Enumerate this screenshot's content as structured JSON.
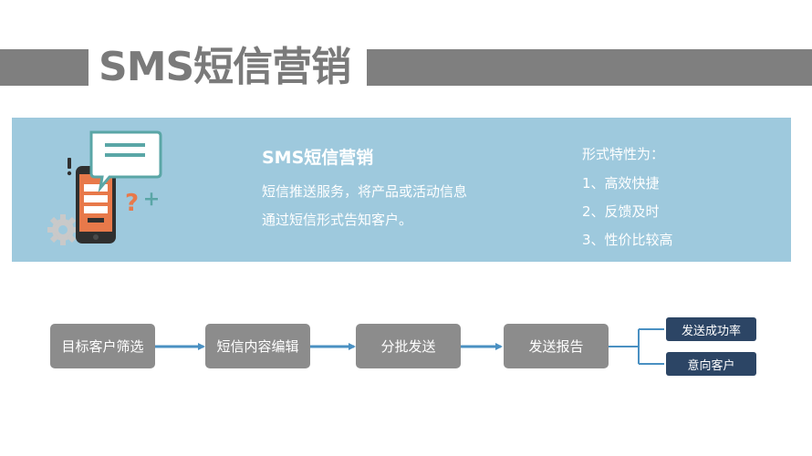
{
  "header": {
    "title": "SMS短信营销"
  },
  "panel": {
    "heading": "SMS短信营销",
    "description_lines": [
      "短信推送服务，将产品或活动信息",
      "通过短信形式告知客户。"
    ],
    "features_title": "形式特性为：",
    "features": [
      "1、高效快捷",
      "2、反馈及时",
      "3、性价比较高"
    ]
  },
  "flow": {
    "steps": [
      "目标客户筛选",
      "短信内容编辑",
      "分批发送",
      "发送报告"
    ],
    "outcomes": [
      "发送成功率",
      "意向客户"
    ]
  },
  "colors": {
    "title_bar": "#7f7f7f",
    "panel_bg": "#9ec9dd",
    "step_box": "#8c8c8c",
    "arrow": "#4a90c2",
    "outcome_box": "#2c4565",
    "phone_orange": "#e8794a"
  },
  "icons": [
    "smartphone-icon",
    "chat-bubble-icon",
    "gear-icon",
    "question-mark-icon",
    "exclamation-icon",
    "plus-icon"
  ]
}
